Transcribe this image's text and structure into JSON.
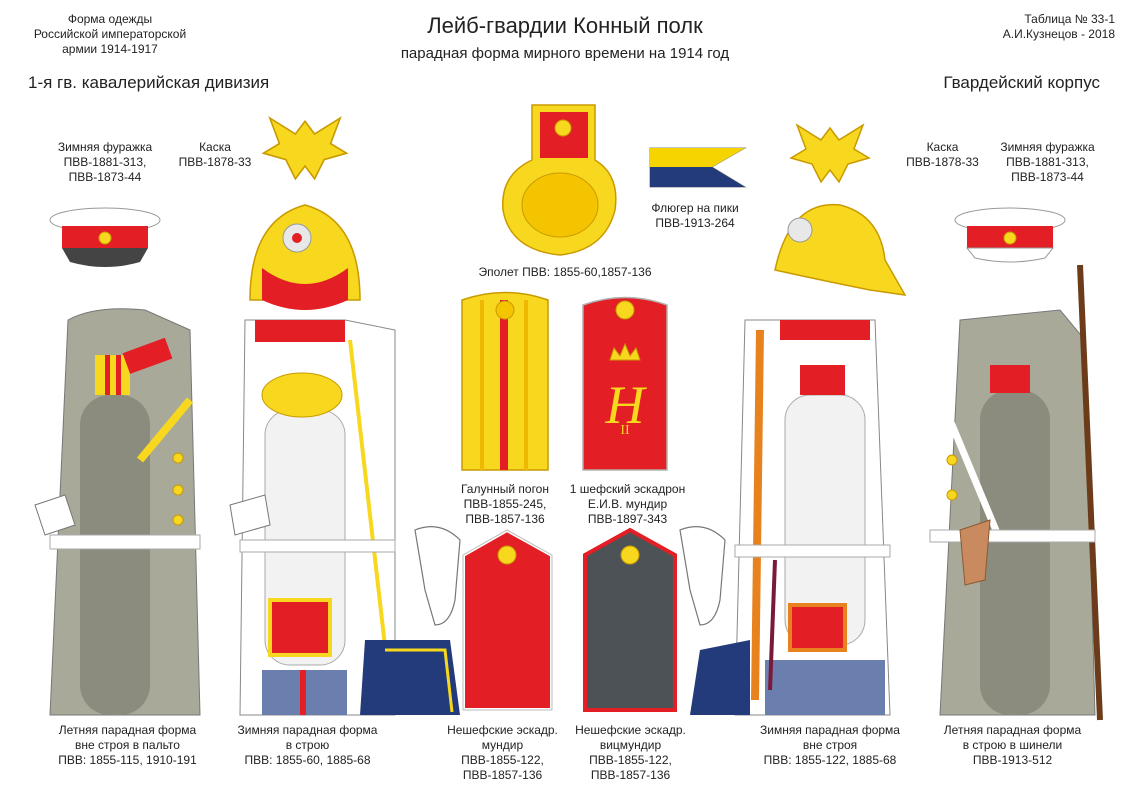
{
  "header": {
    "left": "Форма одежды\nРоссийской императорской\nармии  1914-1917",
    "title": "Лейб-гвардии Конный полк",
    "subtitle": "парадная форма мирного времени на 1914 год",
    "right": "Таблица № 33-1\nА.И.Кузнецов - 2018",
    "division": "1-я гв. кавалерийская дивизия",
    "corps": "Гвардейский корпус"
  },
  "labels": {
    "cap_left": "Зимняя фуражка\nПВВ-1881-313,\nПВВ-1873-44",
    "helmet_left": "Каска\nПВВ-1878-33",
    "epaulette": "Эполет ПВВ: 1855-60,1857-136",
    "pennant": "Флюгер на пики\nПВВ-1913-264",
    "helmet_right": "Каска\nПВВ-1878-33",
    "cap_right": "Зимняя фуражка\nПВВ-1881-313,\nПВВ-1873-44",
    "galloon": "Галунный погон\nПВВ-1855-245,\nПВВ-1857-136",
    "chef": "1 шефский эскадрон\nЕ.И.В.  мундир\nПВВ-1897-343",
    "fig1": "Летняя парадная форма\nвне строя в пальто\nПВВ: 1855-115, 1910-191",
    "fig2": "Зимняя парадная форма\nв строю\nПВВ: 1855-60, 1885-68",
    "fig3": "Нешефские эскадр.\nмундир\nПВВ-1855-122,\nПВВ-1857-136",
    "fig4": "Нешефские эскадр.\nвицмундир\nПВВ-1855-122,\nПВВ-1857-136",
    "fig5": "Зимняя парадная форма\nвне строя\nПВВ: 1855-122, 1885-68",
    "fig6": "Летняя парадная форма\nв строю в шинели\nПВВ-1913-512"
  },
  "monogram": {
    "letter": "Н",
    "numeral": "II"
  },
  "colors": {
    "gold": "#f7d81e",
    "gold_dark": "#d9a800",
    "red": "#e31e24",
    "white": "#ffffff",
    "grey_coat": "#a9a99a",
    "grey_dark": "#8b8b7e",
    "blue_trousers": "#6b7fae",
    "navy": "#233b7a",
    "dark_grey": "#4d5256",
    "orange": "#e8821e"
  },
  "icons": [
    "double-headed-eagle",
    "star-of-st-andrew",
    "crown"
  ]
}
